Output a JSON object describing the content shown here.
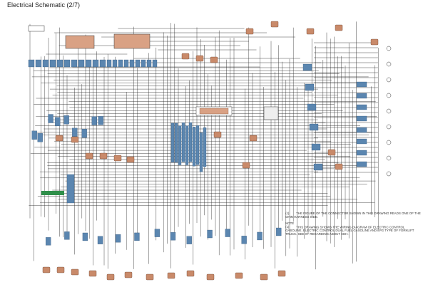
{
  "title": "Electrical Schematic (2/7)",
  "notes": [
    {
      "key": "(1)",
      "text": "THE FIGURE OF THE CONNECTOR SHOWN IN THIS DRAWING READS ONE OF THE MAIN HARNESS SIDE."
    },
    {
      "key": "NOTE (1)",
      "text": "THIS DRAWING SHOWS THE WIRING DIAGRAM OF ELECTRIC CONTROL GASOLINE, ELECTRIC CONTROL DUAL FUEL GASOLINE AND LPG TYPE OF FORKLIFT TRUCK. SEE XT REGARDING ABOUT EDH."
    }
  ],
  "colors": {
    "wire": "#333333",
    "connector_blue": "#5b86b0",
    "component_tan": "#c98a6a",
    "legend_green": "#2f8f4a"
  },
  "legend_tag": ""
}
